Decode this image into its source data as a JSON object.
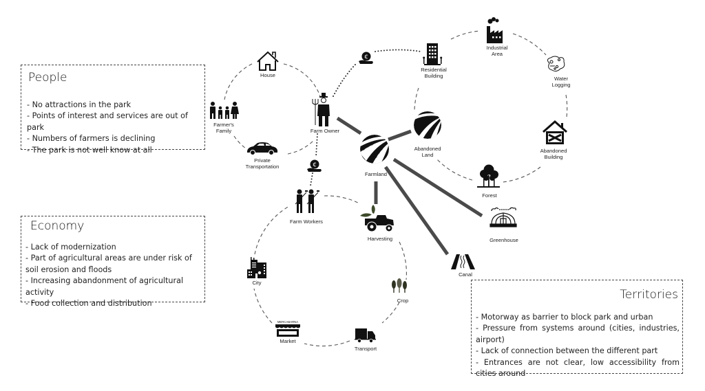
{
  "panels": {
    "people": {
      "title": "People",
      "items": [
        "- No attractions in the park",
        "- Points of interest and services are out of park",
        "- Numbers of farmers is declining",
        "- The park is not well know at all"
      ]
    },
    "economy": {
      "title": "Economy",
      "items": [
        "- Lack of modernization",
        "- Part of agricultural areas are under risk of soil erosion and floods",
        "- Increasing abandonment of agricultural activity",
        "- Food collection and distribution"
      ]
    },
    "territories": {
      "title": "Territories",
      "items": [
        "- Motorway as barrier to block park and urban",
        "- Pressure from systems around (cities, industries, airport)",
        "- Lack of connection between the different part",
        "- Entrances are not clear, low accessibility from cities around"
      ]
    }
  },
  "nodes": {
    "house": {
      "label": "House",
      "icon": "house-icon"
    },
    "farmers_family": {
      "label_lines": [
        "Farmer's",
        "Family"
      ],
      "icon": "family-icon"
    },
    "private_transportation": {
      "label_lines": [
        "Private",
        "Transportation"
      ],
      "icon": "car-icon"
    },
    "farm_owner": {
      "label": "Farm Owner",
      "icon": "farmer-icon"
    },
    "money_top": {
      "icon": "euro-hand-icon"
    },
    "money_mid": {
      "icon": "euro-hand-icon"
    },
    "residential_building": {
      "label_lines": [
        "Residential",
        "Building"
      ],
      "icon": "residential-building-icon"
    },
    "industrial_area": {
      "label_lines": [
        "Industrial",
        "Area"
      ],
      "icon": "factory-icon"
    },
    "water_logging": {
      "label_lines": [
        "Water",
        "Logging"
      ],
      "icon": "water-logging-icon"
    },
    "abandoned_building": {
      "label_lines": [
        "Abandoned",
        "Building"
      ],
      "icon": "abandoned-building-icon"
    },
    "forest": {
      "label": "Forest",
      "icon": "forest-icon"
    },
    "abandoned_land": {
      "label_lines": [
        "Abandoned",
        "Land"
      ],
      "icon": "abandoned-land-icon"
    },
    "farmland": {
      "label": "Farmland",
      "icon": "farmland-icon"
    },
    "greenhouse": {
      "label": "Greenhouse",
      "icon": "greenhouse-icon"
    },
    "canal": {
      "label": "Canal",
      "icon": "canal-icon"
    },
    "farm_workers": {
      "label": "Farm Workers",
      "icon": "farm-workers-icon"
    },
    "harvesting": {
      "label": "Harvesting",
      "icon": "tractor-icon"
    },
    "city": {
      "label": "City",
      "icon": "city-icon"
    },
    "crop": {
      "label": "Crop",
      "icon": "wheat-icon"
    },
    "market": {
      "label": "Market",
      "sign": "MERCABARNA",
      "icon": "market-icon"
    },
    "transport": {
      "label": "Transport",
      "icon": "truck-icon"
    }
  },
  "colors": {
    "ink": "#111111",
    "link": "#4a4a4a",
    "leaf": "#3d4a2a",
    "crop": "#2f3322"
  }
}
